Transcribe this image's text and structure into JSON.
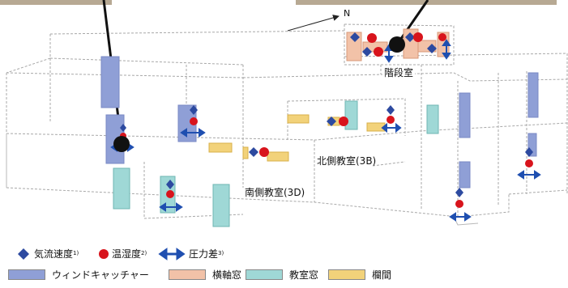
{
  "labels": {
    "north": "N",
    "stair_room": "階段室",
    "north_classroom": "北側教室(3B)",
    "south_classroom": "南側教室(3D)"
  },
  "legend": {
    "airspeed": {
      "text": "気流速度",
      "note": "1)"
    },
    "temp_humidity": {
      "text": "温湿度",
      "note": "2)"
    },
    "pressure_diff": {
      "text": "圧力差",
      "note": "3)"
    },
    "wind_catcher": "ウィンドキャッチャー",
    "horizontal_axis_window": "横軸窓",
    "classroom_window": "教室窓",
    "transom": "欄間"
  },
  "colors": {
    "wind_catcher": "#8f9fd6",
    "horizontal_axis_window": "#f2c2a8",
    "classroom_window": "#9fd8d6",
    "transom": "#f2d27a",
    "sensor_blue": "#2d4aa0",
    "sensor_red": "#d8141c",
    "arrow_blue": "#1f4fb0"
  },
  "icons": {
    "airspeed": "diamond-icon",
    "temp_humidity": "red-dot-icon",
    "pressure_diff": "double-arrow-icon"
  }
}
